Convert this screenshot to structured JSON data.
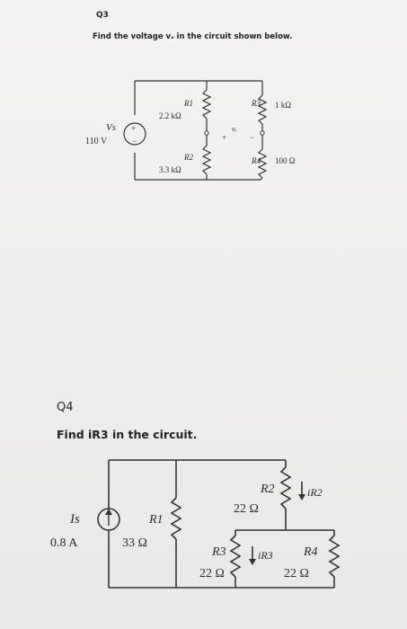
{
  "q3": {
    "label": "Q3",
    "question": "Find the voltage vₓ in the circuit shown below.",
    "source": {
      "name": "Vs",
      "value": "110 V",
      "plus": "+",
      "minus": "−"
    },
    "resistors": [
      {
        "name": "R1",
        "value": "2.2 kΩ"
      },
      {
        "name": "R2",
        "value": "3.3 kΩ"
      },
      {
        "name": "R3",
        "value": "1 kΩ"
      },
      {
        "name": "R4",
        "value": "100 Ω"
      }
    ],
    "vx": {
      "plus": "+",
      "label": "vₓ",
      "minus": "−"
    }
  },
  "q4": {
    "label": "Q4",
    "question": "Find iR3 in the circuit.",
    "source": {
      "name": "Is",
      "value": "0.8 A"
    },
    "resistors": [
      {
        "name": "R1",
        "value": "33 Ω"
      },
      {
        "name": "R2",
        "value": "22 Ω",
        "current": "iR2"
      },
      {
        "name": "R3",
        "value": "22 Ω",
        "current": "iR3"
      },
      {
        "name": "R4",
        "value": "22 Ω"
      }
    ]
  }
}
